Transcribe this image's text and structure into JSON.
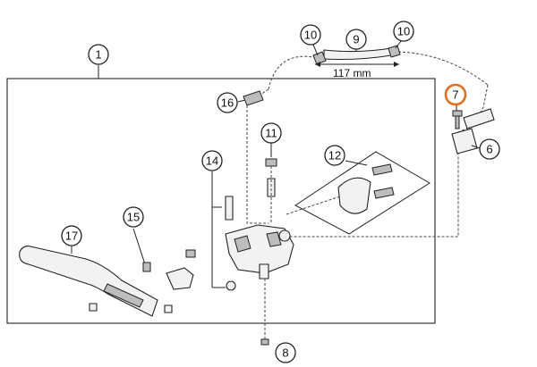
{
  "callouts": [
    {
      "id": "c1",
      "label": "1",
      "highlight": false
    },
    {
      "id": "c6",
      "label": "6",
      "highlight": false
    },
    {
      "id": "c7",
      "label": "7",
      "highlight": true
    },
    {
      "id": "c8",
      "label": "8",
      "highlight": false
    },
    {
      "id": "c9",
      "label": "9",
      "highlight": false
    },
    {
      "id": "c10a",
      "label": "10",
      "highlight": false
    },
    {
      "id": "c10b",
      "label": "10",
      "highlight": false
    },
    {
      "id": "c11",
      "label": "11",
      "highlight": false
    },
    {
      "id": "c12",
      "label": "12",
      "highlight": false
    },
    {
      "id": "c14",
      "label": "14",
      "highlight": false
    },
    {
      "id": "c15",
      "label": "15",
      "highlight": false
    },
    {
      "id": "c16",
      "label": "16",
      "highlight": false
    },
    {
      "id": "c17",
      "label": "17",
      "highlight": false
    }
  ],
  "dimension": "117 mm",
  "colors": {
    "highlight": "#e0701e",
    "line": "#222222"
  }
}
